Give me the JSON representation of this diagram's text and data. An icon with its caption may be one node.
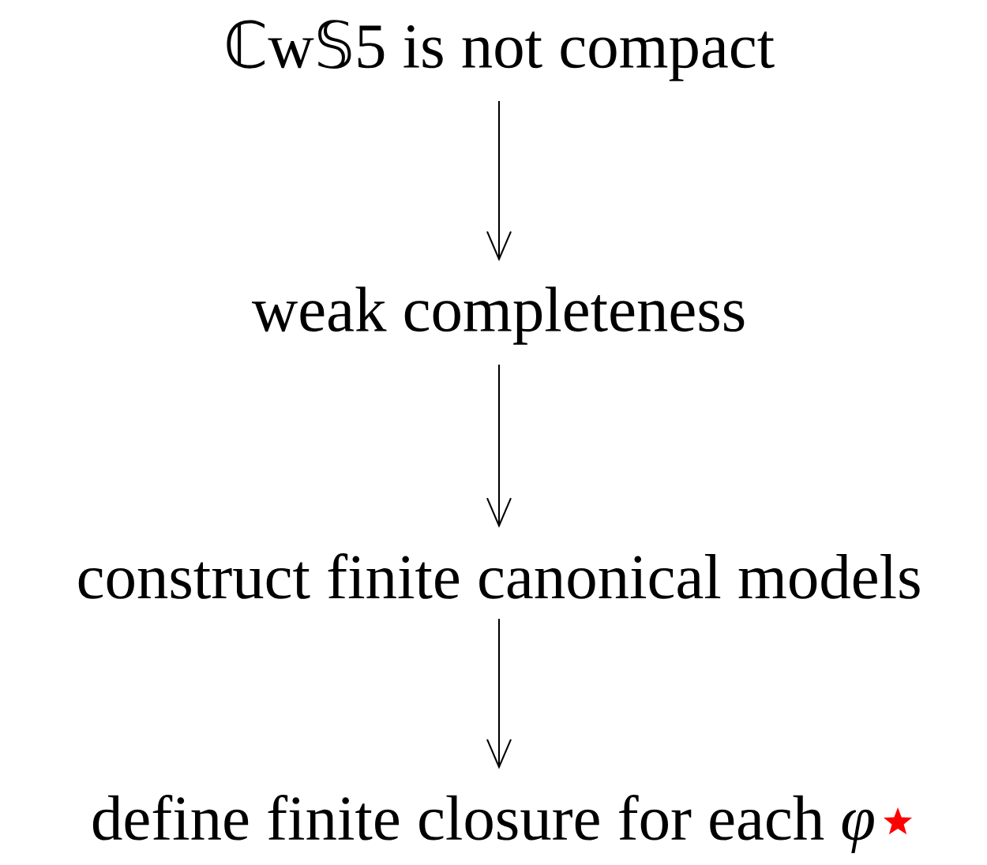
{
  "diagram": {
    "nodes": [
      {
        "text": [
          "ℂw𝕊5 is not compact"
        ]
      },
      {
        "text": [
          "weak completeness"
        ]
      },
      {
        "text": [
          "construct finite canonical models"
        ]
      },
      {
        "text": [
          "define finite closure for each *φ*"
        ]
      }
    ],
    "edges": [
      {
        "from": 0,
        "to": 1,
        "arrow": "to"
      },
      {
        "from": 1,
        "to": 2,
        "arrow": "to"
      },
      {
        "from": 2,
        "to": 3,
        "arrow": "to"
      }
    ]
  }
}
